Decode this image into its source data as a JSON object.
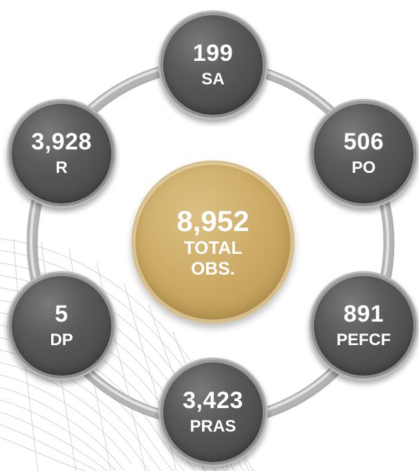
{
  "center": {
    "value": "8,952",
    "label_line1": "TOTAL",
    "label_line2": "OBS."
  },
  "nodes": [
    {
      "value": "199",
      "label": "SA"
    },
    {
      "value": "506",
      "label": "PO"
    },
    {
      "value": "891",
      "label": "PEFCF"
    },
    {
      "value": "3,423",
      "label": "PRAS"
    },
    {
      "value": "5",
      "label": "DP"
    },
    {
      "value": "3,928",
      "label": "R"
    }
  ],
  "colors": {
    "node_fill": "#555555",
    "center_fill": "#c8a862",
    "ring": "#a9a9a9",
    "text": "#ffffff"
  }
}
